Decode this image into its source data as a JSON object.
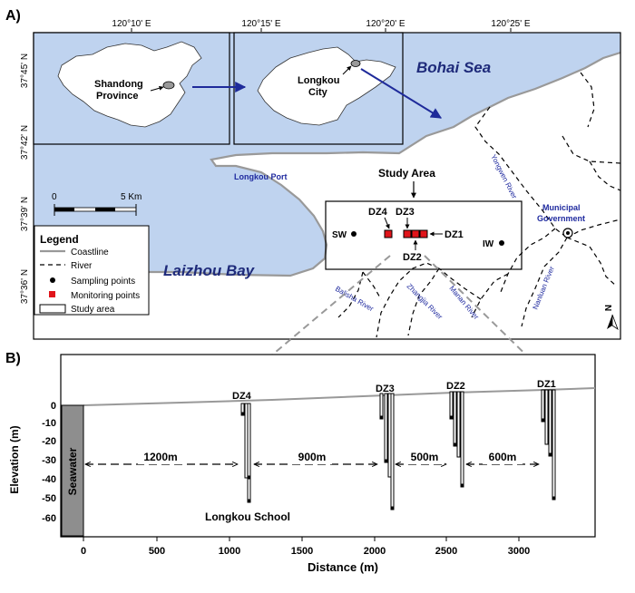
{
  "panel_a": {
    "label": "A)",
    "lon_ticks": [
      "120°10' E",
      "120°15' E",
      "120°20' E",
      "120°25' E"
    ],
    "lat_ticks": [
      "37°45' N",
      "37°42' N",
      "37°39' N",
      "37°36' N"
    ],
    "place_labels": {
      "bohai_sea": "Bohai Sea",
      "laizhou_bay": "Laizhou Bay",
      "longkou_port": "Longkou Port",
      "study_area": "Study Area",
      "municipal_government": "Municipal\nGovernment",
      "shandong": "Shandong\nProvince",
      "longkou_city": "Longkou\nCity"
    },
    "rivers": [
      "Yongwen River",
      "Nanluan River",
      "Balisha River",
      "Zhangjia River",
      "Manan River"
    ],
    "points": {
      "sampling": [
        "SW",
        "IW"
      ],
      "monitoring": [
        "DZ4",
        "DZ3",
        "DZ1",
        "DZ2"
      ]
    },
    "scale_bar": {
      "zero": "0",
      "end": "5 Km"
    },
    "legend": {
      "title": "Legend",
      "items": [
        "Coastline",
        "River",
        "Sampling points",
        "Monitoring points",
        "Study area"
      ]
    },
    "north_label": "N"
  },
  "panel_b": {
    "label": "B)",
    "x_axis_label": "Distance (m)",
    "y_axis_label": "Elevation (m)",
    "x_ticks": [
      "0",
      "500",
      "1000",
      "1500",
      "2000",
      "2500",
      "3000"
    ],
    "y_ticks": [
      "0",
      "-10",
      "-20",
      "-30",
      "-40",
      "-50",
      "-60"
    ],
    "seawater_label": "Seawater",
    "school_label": "Longkou School",
    "wells": [
      "DZ4",
      "DZ3",
      "DZ2",
      "DZ1"
    ],
    "spacings": [
      "1200m",
      "900m",
      "500m",
      "600m"
    ]
  },
  "colors": {
    "sea": "#BFD3EF",
    "land": "#FFFFFF",
    "coastline": "#999999",
    "monitoring": "#E0141A",
    "arrow_blue": "#1E2A9A",
    "river_label": "#1F2A9F",
    "seawater": "#8E8E8E"
  }
}
